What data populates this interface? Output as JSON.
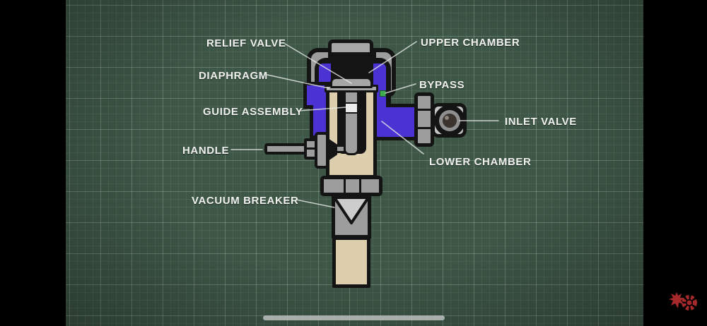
{
  "diagram": {
    "labels": {
      "relief_valve": "RELIEF VALVE",
      "diaphragm": "DIAPHRAGM",
      "guide_assembly": "GUIDE ASSEMBLY",
      "handle": "HANDLE",
      "vacuum_breaker": "VACUUM BREAKER",
      "upper_chamber": "UPPER CHAMBER",
      "bypass": "BYPASS",
      "inlet_valve": "INLET VALVE",
      "lower_chamber": "LOWER CHAMBER"
    },
    "colors": {
      "board_green": "#3d5646",
      "water_blue": "#4a33d2",
      "metal_gray": "#9d9d9d",
      "brass_tan": "#ddcfae",
      "bypass_green": "#3fae4e",
      "outline_black": "#141414",
      "label_white": "#f0f1ef",
      "logo_red": "#a5282a"
    }
  }
}
